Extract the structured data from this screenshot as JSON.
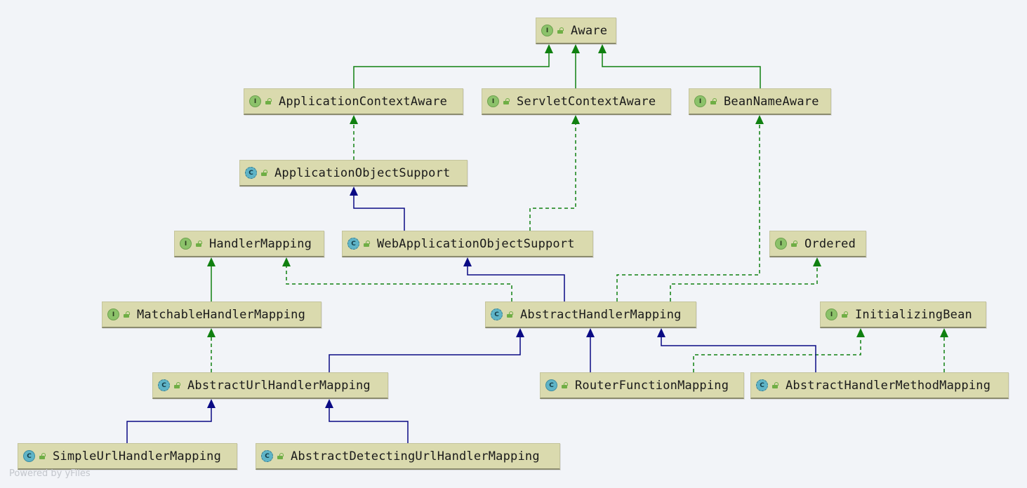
{
  "colors": {
    "implements": "#108010",
    "extends": "#0a0a84",
    "node_fill": "#dadaae"
  },
  "nodes": [
    {
      "id": "aware",
      "label": "Aware",
      "kind": "interface",
      "badge": "I"
    },
    {
      "id": "application_context_aware",
      "label": "ApplicationContextAware",
      "kind": "interface",
      "badge": "I"
    },
    {
      "id": "servlet_context_aware",
      "label": "ServletContextAware",
      "kind": "interface",
      "badge": "I"
    },
    {
      "id": "bean_name_aware",
      "label": "BeanNameAware",
      "kind": "interface",
      "badge": "I"
    },
    {
      "id": "application_object_support",
      "label": "ApplicationObjectSupport",
      "kind": "abstract",
      "badge": "C"
    },
    {
      "id": "handler_mapping",
      "label": "HandlerMapping",
      "kind": "interface",
      "badge": "I"
    },
    {
      "id": "web_application_object_support",
      "label": "WebApplicationObjectSupport",
      "kind": "abstract",
      "badge": "C"
    },
    {
      "id": "ordered",
      "label": "Ordered",
      "kind": "interface",
      "badge": "I"
    },
    {
      "id": "matchable_handler_mapping",
      "label": "MatchableHandlerMapping",
      "kind": "interface",
      "badge": "I"
    },
    {
      "id": "abstract_handler_mapping",
      "label": "AbstractHandlerMapping",
      "kind": "abstract",
      "badge": "C"
    },
    {
      "id": "initializing_bean",
      "label": "InitializingBean",
      "kind": "interface",
      "badge": "I"
    },
    {
      "id": "abstract_url_handler_mapping",
      "label": "AbstractUrlHandlerMapping",
      "kind": "abstract",
      "badge": "C"
    },
    {
      "id": "router_function_mapping",
      "label": "RouterFunctionMapping",
      "kind": "class",
      "badge": "C"
    },
    {
      "id": "abstract_handler_method_mapping",
      "label": "AbstractHandlerMethodMapping",
      "kind": "abstract",
      "badge": "C"
    },
    {
      "id": "simple_url_handler_mapping",
      "label": "SimpleUrlHandlerMapping",
      "kind": "class",
      "badge": "C"
    },
    {
      "id": "abstract_detecting_url_handler_mapping",
      "label": "AbstractDetectingUrlHandlerMapping",
      "kind": "abstract",
      "badge": "C"
    }
  ],
  "edges": [
    {
      "from": "application_context_aware",
      "to": "aware",
      "type": "extends_interface"
    },
    {
      "from": "servlet_context_aware",
      "to": "aware",
      "type": "extends_interface"
    },
    {
      "from": "bean_name_aware",
      "to": "aware",
      "type": "extends_interface"
    },
    {
      "from": "application_object_support",
      "to": "application_context_aware",
      "type": "implements"
    },
    {
      "from": "web_application_object_support",
      "to": "application_object_support",
      "type": "extends"
    },
    {
      "from": "web_application_object_support",
      "to": "servlet_context_aware",
      "type": "implements"
    },
    {
      "from": "matchable_handler_mapping",
      "to": "handler_mapping",
      "type": "extends_interface"
    },
    {
      "from": "abstract_handler_mapping",
      "to": "handler_mapping",
      "type": "implements"
    },
    {
      "from": "abstract_handler_mapping",
      "to": "web_application_object_support",
      "type": "extends"
    },
    {
      "from": "abstract_handler_mapping",
      "to": "bean_name_aware",
      "type": "implements"
    },
    {
      "from": "abstract_handler_mapping",
      "to": "ordered",
      "type": "implements"
    },
    {
      "from": "abstract_url_handler_mapping",
      "to": "matchable_handler_mapping",
      "type": "implements"
    },
    {
      "from": "abstract_url_handler_mapping",
      "to": "abstract_handler_mapping",
      "type": "extends"
    },
    {
      "from": "router_function_mapping",
      "to": "abstract_handler_mapping",
      "type": "extends"
    },
    {
      "from": "router_function_mapping",
      "to": "initializing_bean",
      "type": "implements"
    },
    {
      "from": "abstract_handler_method_mapping",
      "to": "abstract_handler_mapping",
      "type": "extends"
    },
    {
      "from": "abstract_handler_method_mapping",
      "to": "initializing_bean",
      "type": "implements"
    },
    {
      "from": "simple_url_handler_mapping",
      "to": "abstract_url_handler_mapping",
      "type": "extends"
    },
    {
      "from": "abstract_detecting_url_handler_mapping",
      "to": "abstract_url_handler_mapping",
      "type": "extends"
    }
  ],
  "footer": "Powered by yFiles"
}
